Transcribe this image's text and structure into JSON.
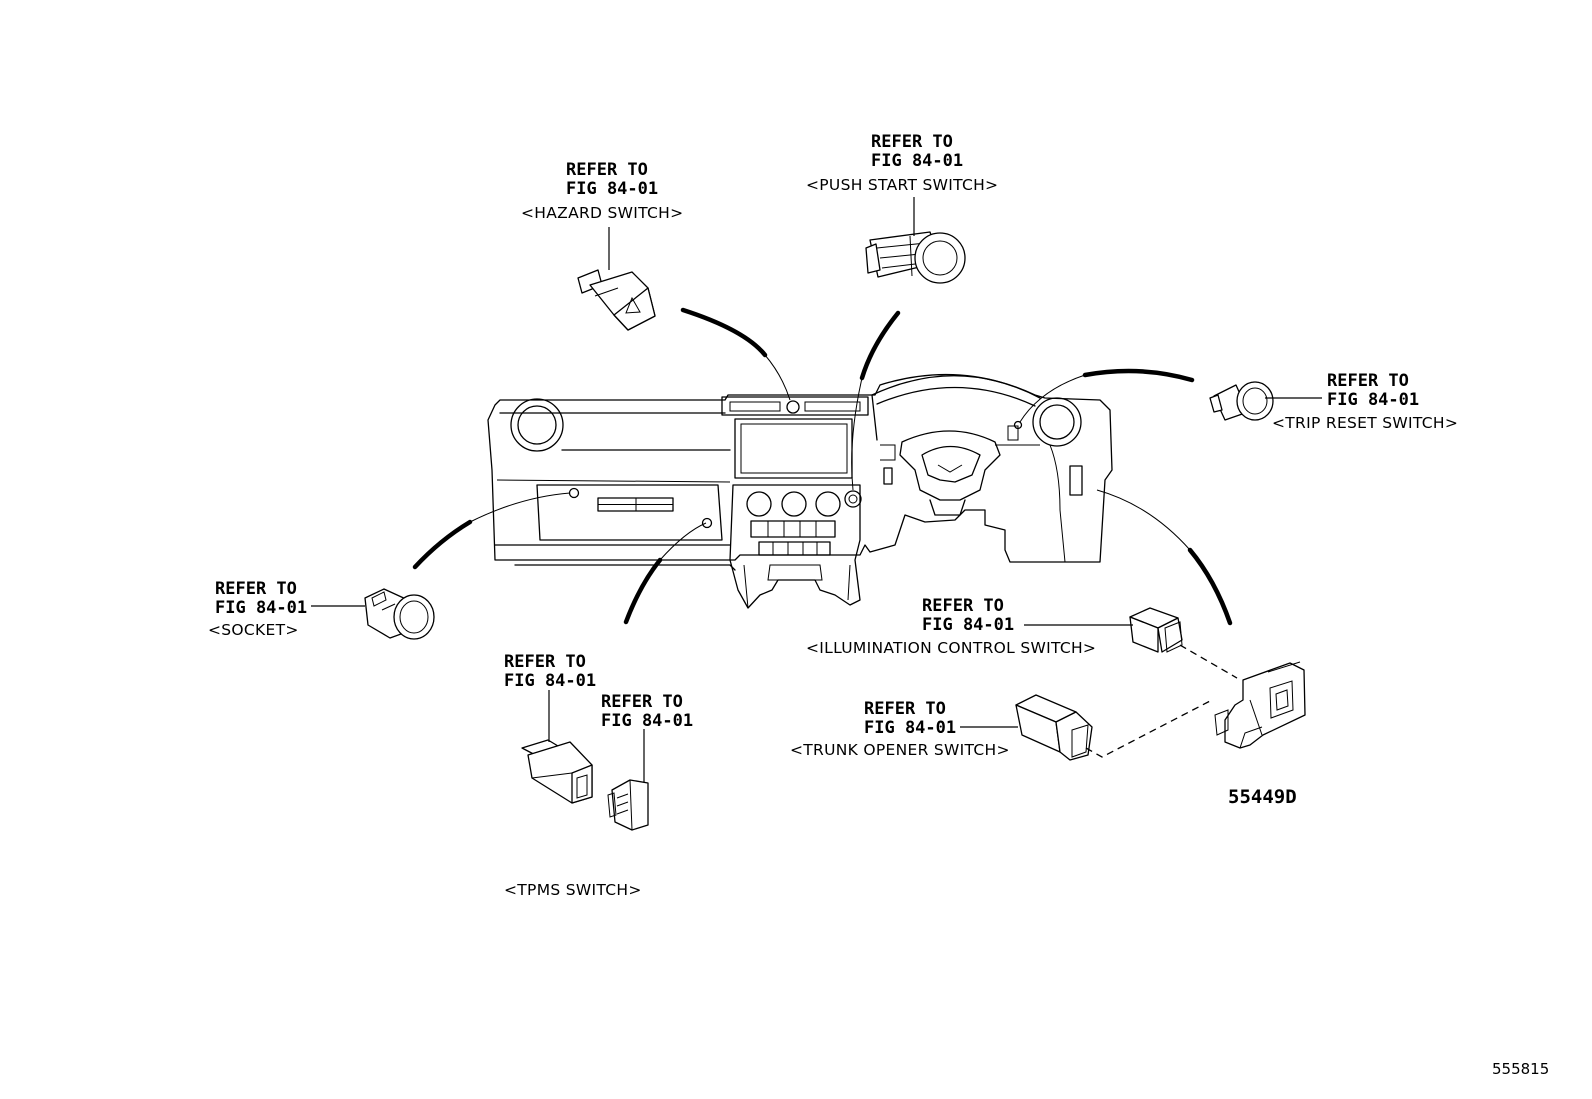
{
  "labels": {
    "hazard": {
      "line1": "REFER TO",
      "line2": "FIG 84-01",
      "name": "<HAZARD SWITCH>"
    },
    "push": {
      "line1": "REFER TO",
      "line2": "FIG 84-01",
      "name": "<PUSH START SWITCH>"
    },
    "trip": {
      "line1": "REFER TO",
      "line2": "FIG 84-01",
      "name": "<TRIP RESET SWITCH>"
    },
    "socket": {
      "line1": "REFER TO",
      "line2": "FIG 84-01",
      "name": "<SOCKET>"
    },
    "tpms_a": {
      "line1": "REFER TO",
      "line2": "FIG 84-01"
    },
    "tpms_b": {
      "line1": "REFER TO",
      "line2": "FIG 84-01"
    },
    "tpms": {
      "name": "<TPMS SWITCH>"
    },
    "illum": {
      "line1": "REFER TO",
      "line2": "FIG 84-01",
      "name": "<ILLUMINATION CONTROL SWITCH>"
    },
    "trunk": {
      "line1": "REFER TO",
      "line2": "FIG 84-01",
      "name": "<TRUNK OPENER SWITCH>"
    }
  },
  "part_number": "55449D",
  "figure_id": "555815"
}
